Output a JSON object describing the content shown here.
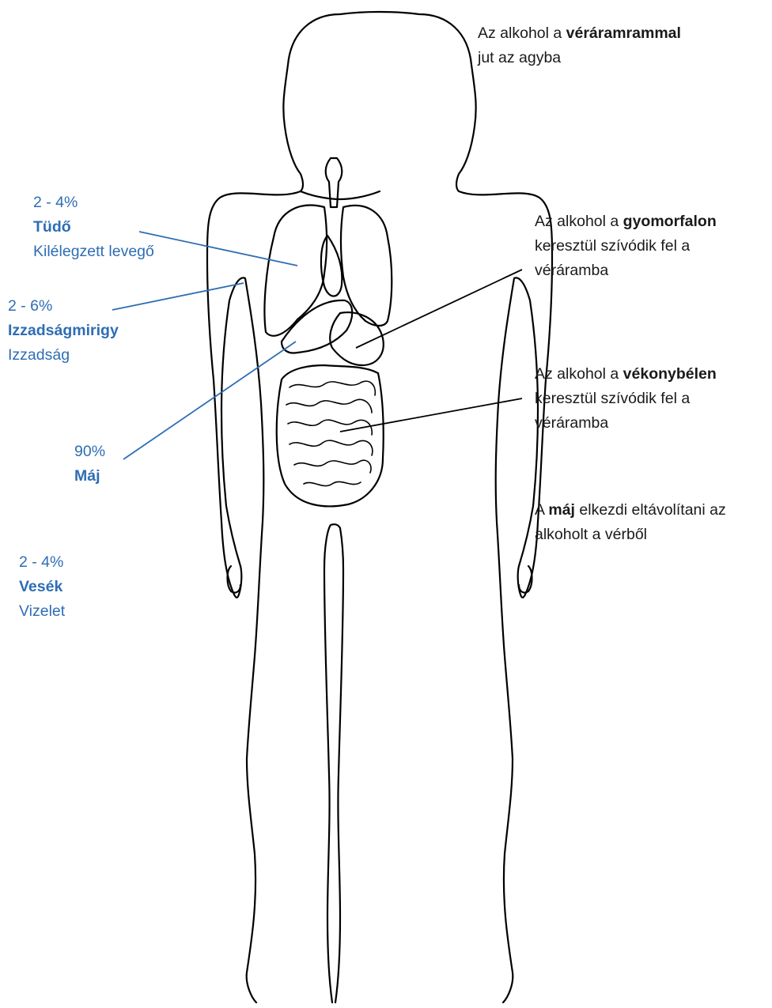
{
  "colors": {
    "accent": "#2e6db4",
    "text": "#1a1a1a",
    "outline": "#000000"
  },
  "left_labels": {
    "lungs": {
      "percent": "2 - 4%",
      "organ": "Tüdő",
      "output": "Kilélegzett levegő"
    },
    "sweat_glands": {
      "percent": "2 - 6%",
      "organ": "Izzadságmirigy",
      "output": "Izzadság"
    },
    "liver": {
      "percent": "90%",
      "organ": "Máj"
    },
    "kidneys": {
      "percent": "2 - 4%",
      "organ": "Vesék",
      "output": "Vizelet"
    }
  },
  "right_notes": {
    "bloodstream": {
      "prefix": "Az alkohol a ",
      "bold": "véráramrammal",
      "line2": "jut az agyba"
    },
    "stomach": {
      "prefix": "Az alkohol a ",
      "bold": "gyomorfalon",
      "line2": "keresztül szívódik fel a",
      "line3": "véráramba"
    },
    "small_intestine": {
      "prefix": "Az alkohol a ",
      "bold": "vékonybélen",
      "line2": "keresztül szívódik fel a",
      "line3": "véráramba"
    },
    "liver": {
      "prefix": "A ",
      "bold": "máj",
      "suffix": " elkezdi eltávolítani az",
      "line2": "alkoholt a vérből"
    }
  }
}
